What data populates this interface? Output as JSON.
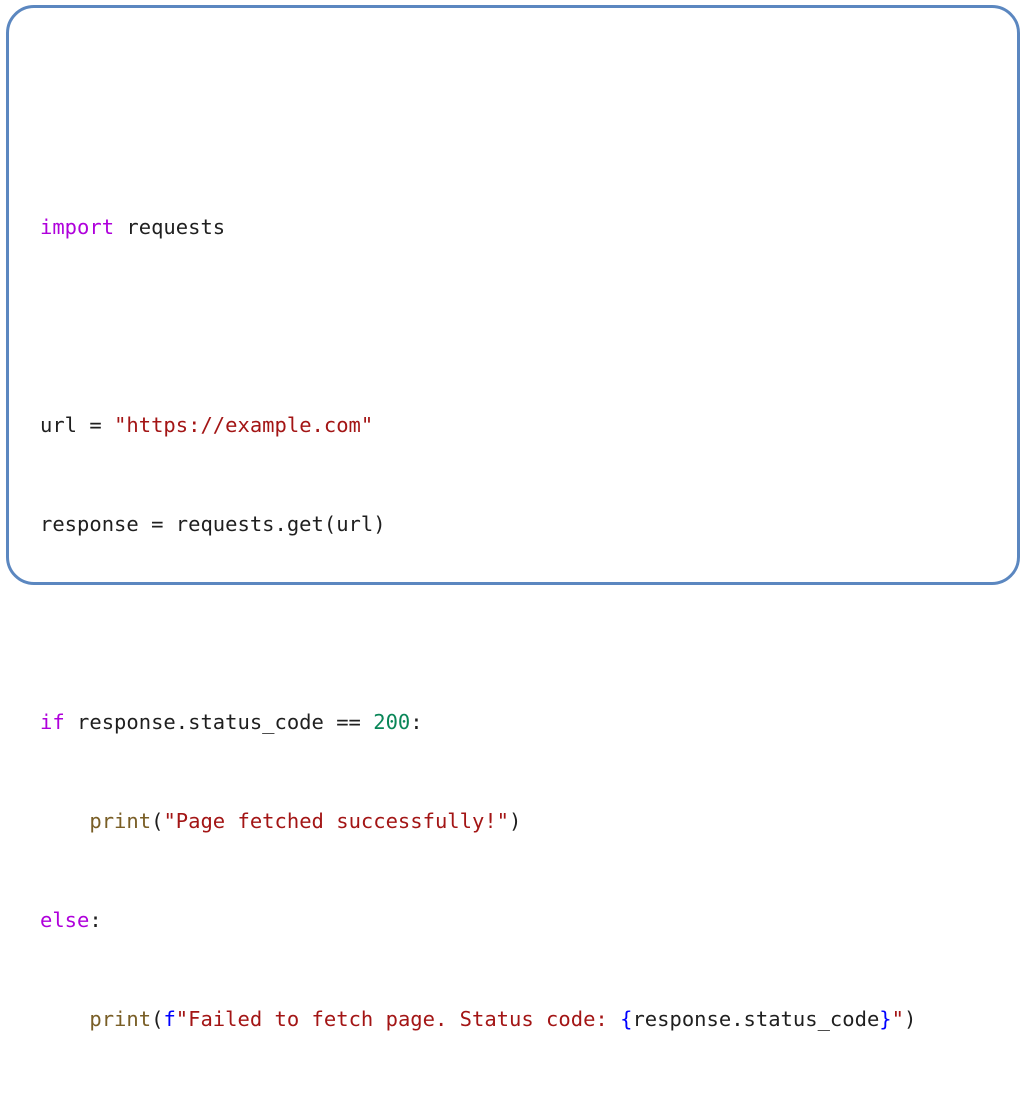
{
  "colors": {
    "frame_border": "#5b87c0",
    "keyword": "#af00db",
    "string": "#a31515",
    "number": "#098658",
    "function": "#795e26",
    "brace": "#0000ff",
    "plain": "#1f1f1f"
  },
  "code": {
    "line1": {
      "kw_import": "import",
      "rest": " requests"
    },
    "line2": "",
    "line3": {
      "lhs": "url = ",
      "str": "\"https://example.com\""
    },
    "line4": {
      "text": "response = requests.get(url)"
    },
    "line5": "",
    "line6": {
      "kw_if": "if",
      "mid": " response.status_code == ",
      "num": "200",
      "end": ":"
    },
    "line7": {
      "indent": "    ",
      "fn": "print",
      "open": "(",
      "str": "\"Page fetched successfully!\"",
      "close": ")"
    },
    "line8": {
      "kw_else": "else",
      "end": ":"
    },
    "line9": {
      "indent": "    ",
      "fn": "print",
      "open": "(",
      "prefix": "f",
      "str1": "\"Failed to fetch page. Status code: ",
      "brace_open": "{",
      "expr": "response.status_code",
      "brace_close": "}",
      "str2": "\"",
      "close": ")"
    }
  }
}
